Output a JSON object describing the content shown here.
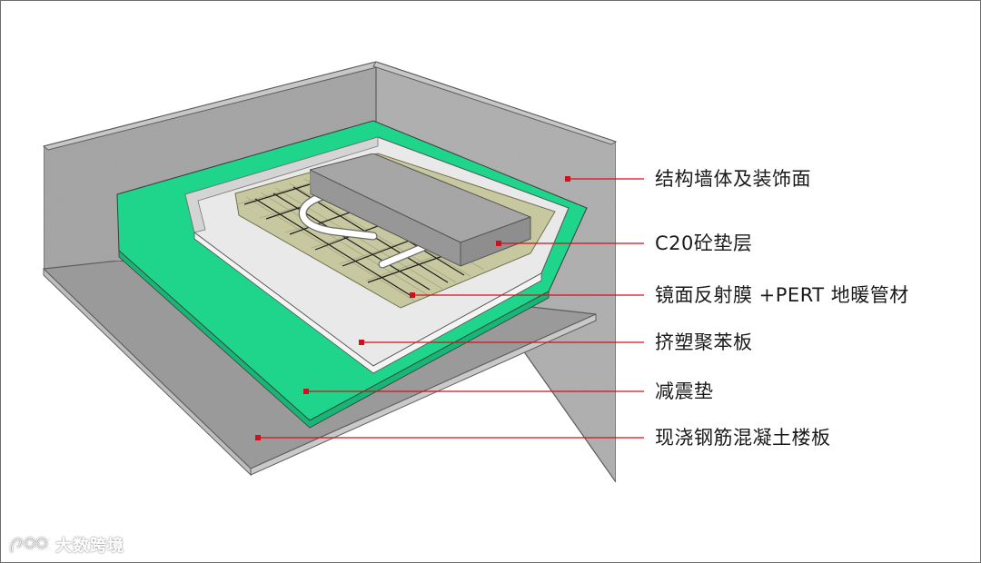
{
  "labels": [
    {
      "id": "wall",
      "text": "结构墙体及装饰面"
    },
    {
      "id": "screed",
      "text": "C20砼垫层"
    },
    {
      "id": "film_pipe",
      "text": "镜面反射膜 +PERT 地暖管材"
    },
    {
      "id": "xps",
      "text": "挤塑聚苯板"
    },
    {
      "id": "damping",
      "text": "减震垫"
    },
    {
      "id": "slab",
      "text": "现浇钢筋混凝土楼板"
    }
  ],
  "watermark": {
    "text": "大数跨境",
    "icon": "logo-icon"
  },
  "colors": {
    "concrete": "#a7a7a7",
    "green": "#1fd48b",
    "insulation": "#e6e6e6",
    "film": "#c9c9a1",
    "leader": "#d0101c"
  }
}
